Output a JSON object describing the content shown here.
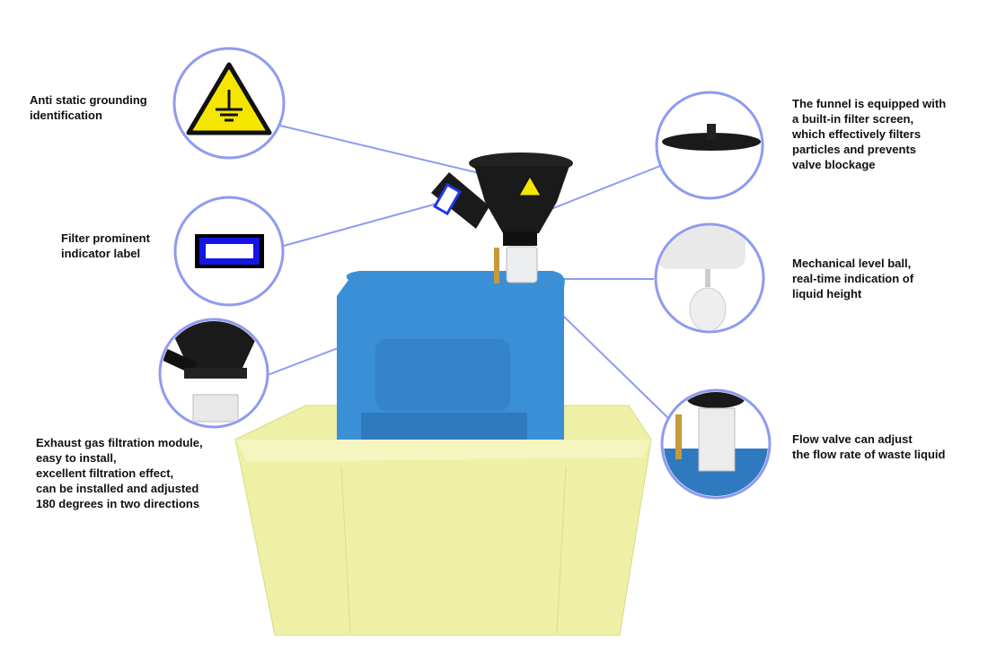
{
  "callouts": {
    "grounding": "Anti static grounding\nidentification",
    "indicator": "Filter prominent\nindicator label",
    "exhaust": "Exhaust gas filtration module,\neasy to install,\nexcellent filtration effect,\ncan be installed and adjusted\n180 degrees in two directions",
    "funnel": "The funnel is equipped with\na built-in filter screen,\nwhich effectively filters\nparticles and prevents\nvalve blockage",
    "level_ball": "Mechanical level ball,\nreal-time indication of\nliquid height",
    "flow_valve": "Flow valve can adjust\nthe flow rate of waste liquid"
  },
  "colors": {
    "callout_line": "#8e9bf0",
    "container": "#3a8fd6",
    "tray": "#eef0a6",
    "funnel": "#1a1a1a",
    "warning": "#f5e600"
  }
}
